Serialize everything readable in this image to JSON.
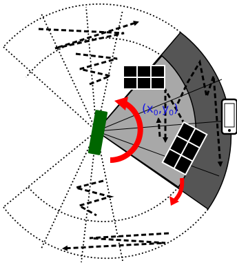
{
  "diagram": {
    "coordinate_label": {
      "open": "(x",
      "x_sub": "0",
      "comma": ",y",
      "y_sub": "0",
      "close": ")"
    },
    "colors": {
      "label": "#1414e6",
      "arrow": "#ff0000",
      "sensor": "#006600",
      "outer_band": "#555555",
      "inner_sector": "#a8a8a8",
      "outline": "#000000"
    },
    "icons": [
      "phone-icon",
      "antenna-panel-icon",
      "rotation-arrow-icon",
      "sensor-bar-icon"
    ]
  }
}
